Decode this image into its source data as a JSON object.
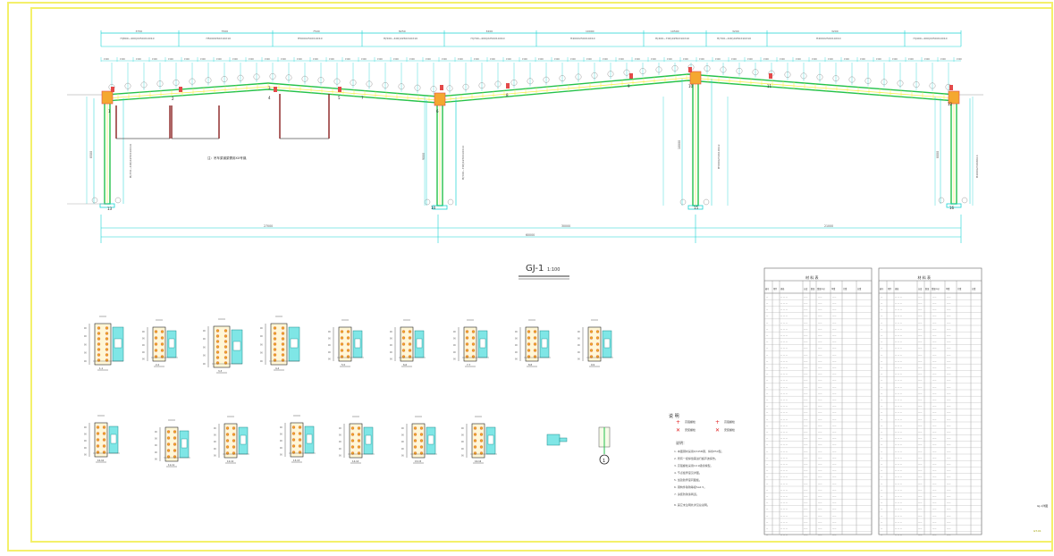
{
  "drawing": {
    "title": "GJ-1",
    "scale": "1:100",
    "note_frame": "注：吊车梁钢梁需用XX号钢,",
    "overall_dims": [
      "27000",
      "30000",
      "21000",
      "60000"
    ],
    "height_dims": [
      "8500",
      "9000",
      "10000",
      "8000"
    ],
    "column_labels": [
      "H(350~400)X250X10X16",
      "H(500~700)X250X10X14",
      "H500X250X10X12",
      "H400X250X8X14"
    ],
    "beam_labels": [
      "H(800~400)X250X10X10",
      "H500X250X10X10",
      "H500X250X10X10",
      "H(500~400)X250X10X10",
      "H(700~400)X250X10X10",
      "H400X250X10X10",
      "H(400~700)X250X10X10",
      "H(700~400)X250X10X10",
      "H400X250X10X10",
      "H(400~400)X250X10X10"
    ],
    "top_dims": [
      "3750",
      "7500",
      "7500",
      "8250",
      "3200",
      "10000",
      "10500",
      "3200",
      "3200"
    ],
    "nodes": [
      "1",
      "2",
      "3",
      "4",
      "5",
      "6",
      "7",
      "8",
      "9",
      "10",
      "11",
      "12",
      "13",
      "14",
      "15",
      "16"
    ],
    "detail_titles": [
      "1-1",
      "2-2",
      "3-3",
      "4-4",
      "5-5",
      "6-6",
      "7-7",
      "8-8",
      "9-9",
      "10-10",
      "11-11",
      "12-12",
      "13-13",
      "14-14",
      "15-15",
      "16-16"
    ],
    "legend_title": "说 明",
    "legend_items": [
      "高强螺栓",
      "安装螺栓",
      "高强螺栓",
      "安装螺栓"
    ],
    "notes_title": "说明：",
    "notes": [
      "1. 本图钢材采用Q345B钢，焊条E50型。",
      "2. 所有一级焊缝需进行超声波探伤。",
      "3. 高强螺栓采用10.9级摩擦型。",
      "4. 节点板厚度见详图。",
      "5. 加劲肋厚度同腹板。",
      "6. 钢构件除锈等级Sa2.5。",
      "7. 涂装防锈漆两道。",
      "8. 其它未注明处详见总说明。"
    ],
    "table_title": "材  料  表",
    "table_cols": [
      "编号",
      "零件",
      "规格",
      "长度",
      "数量",
      "重量(kg)",
      "单重",
      "共重",
      "总重"
    ],
    "right_label": "GJ-1详图",
    "sheet_no": "GT-01"
  }
}
